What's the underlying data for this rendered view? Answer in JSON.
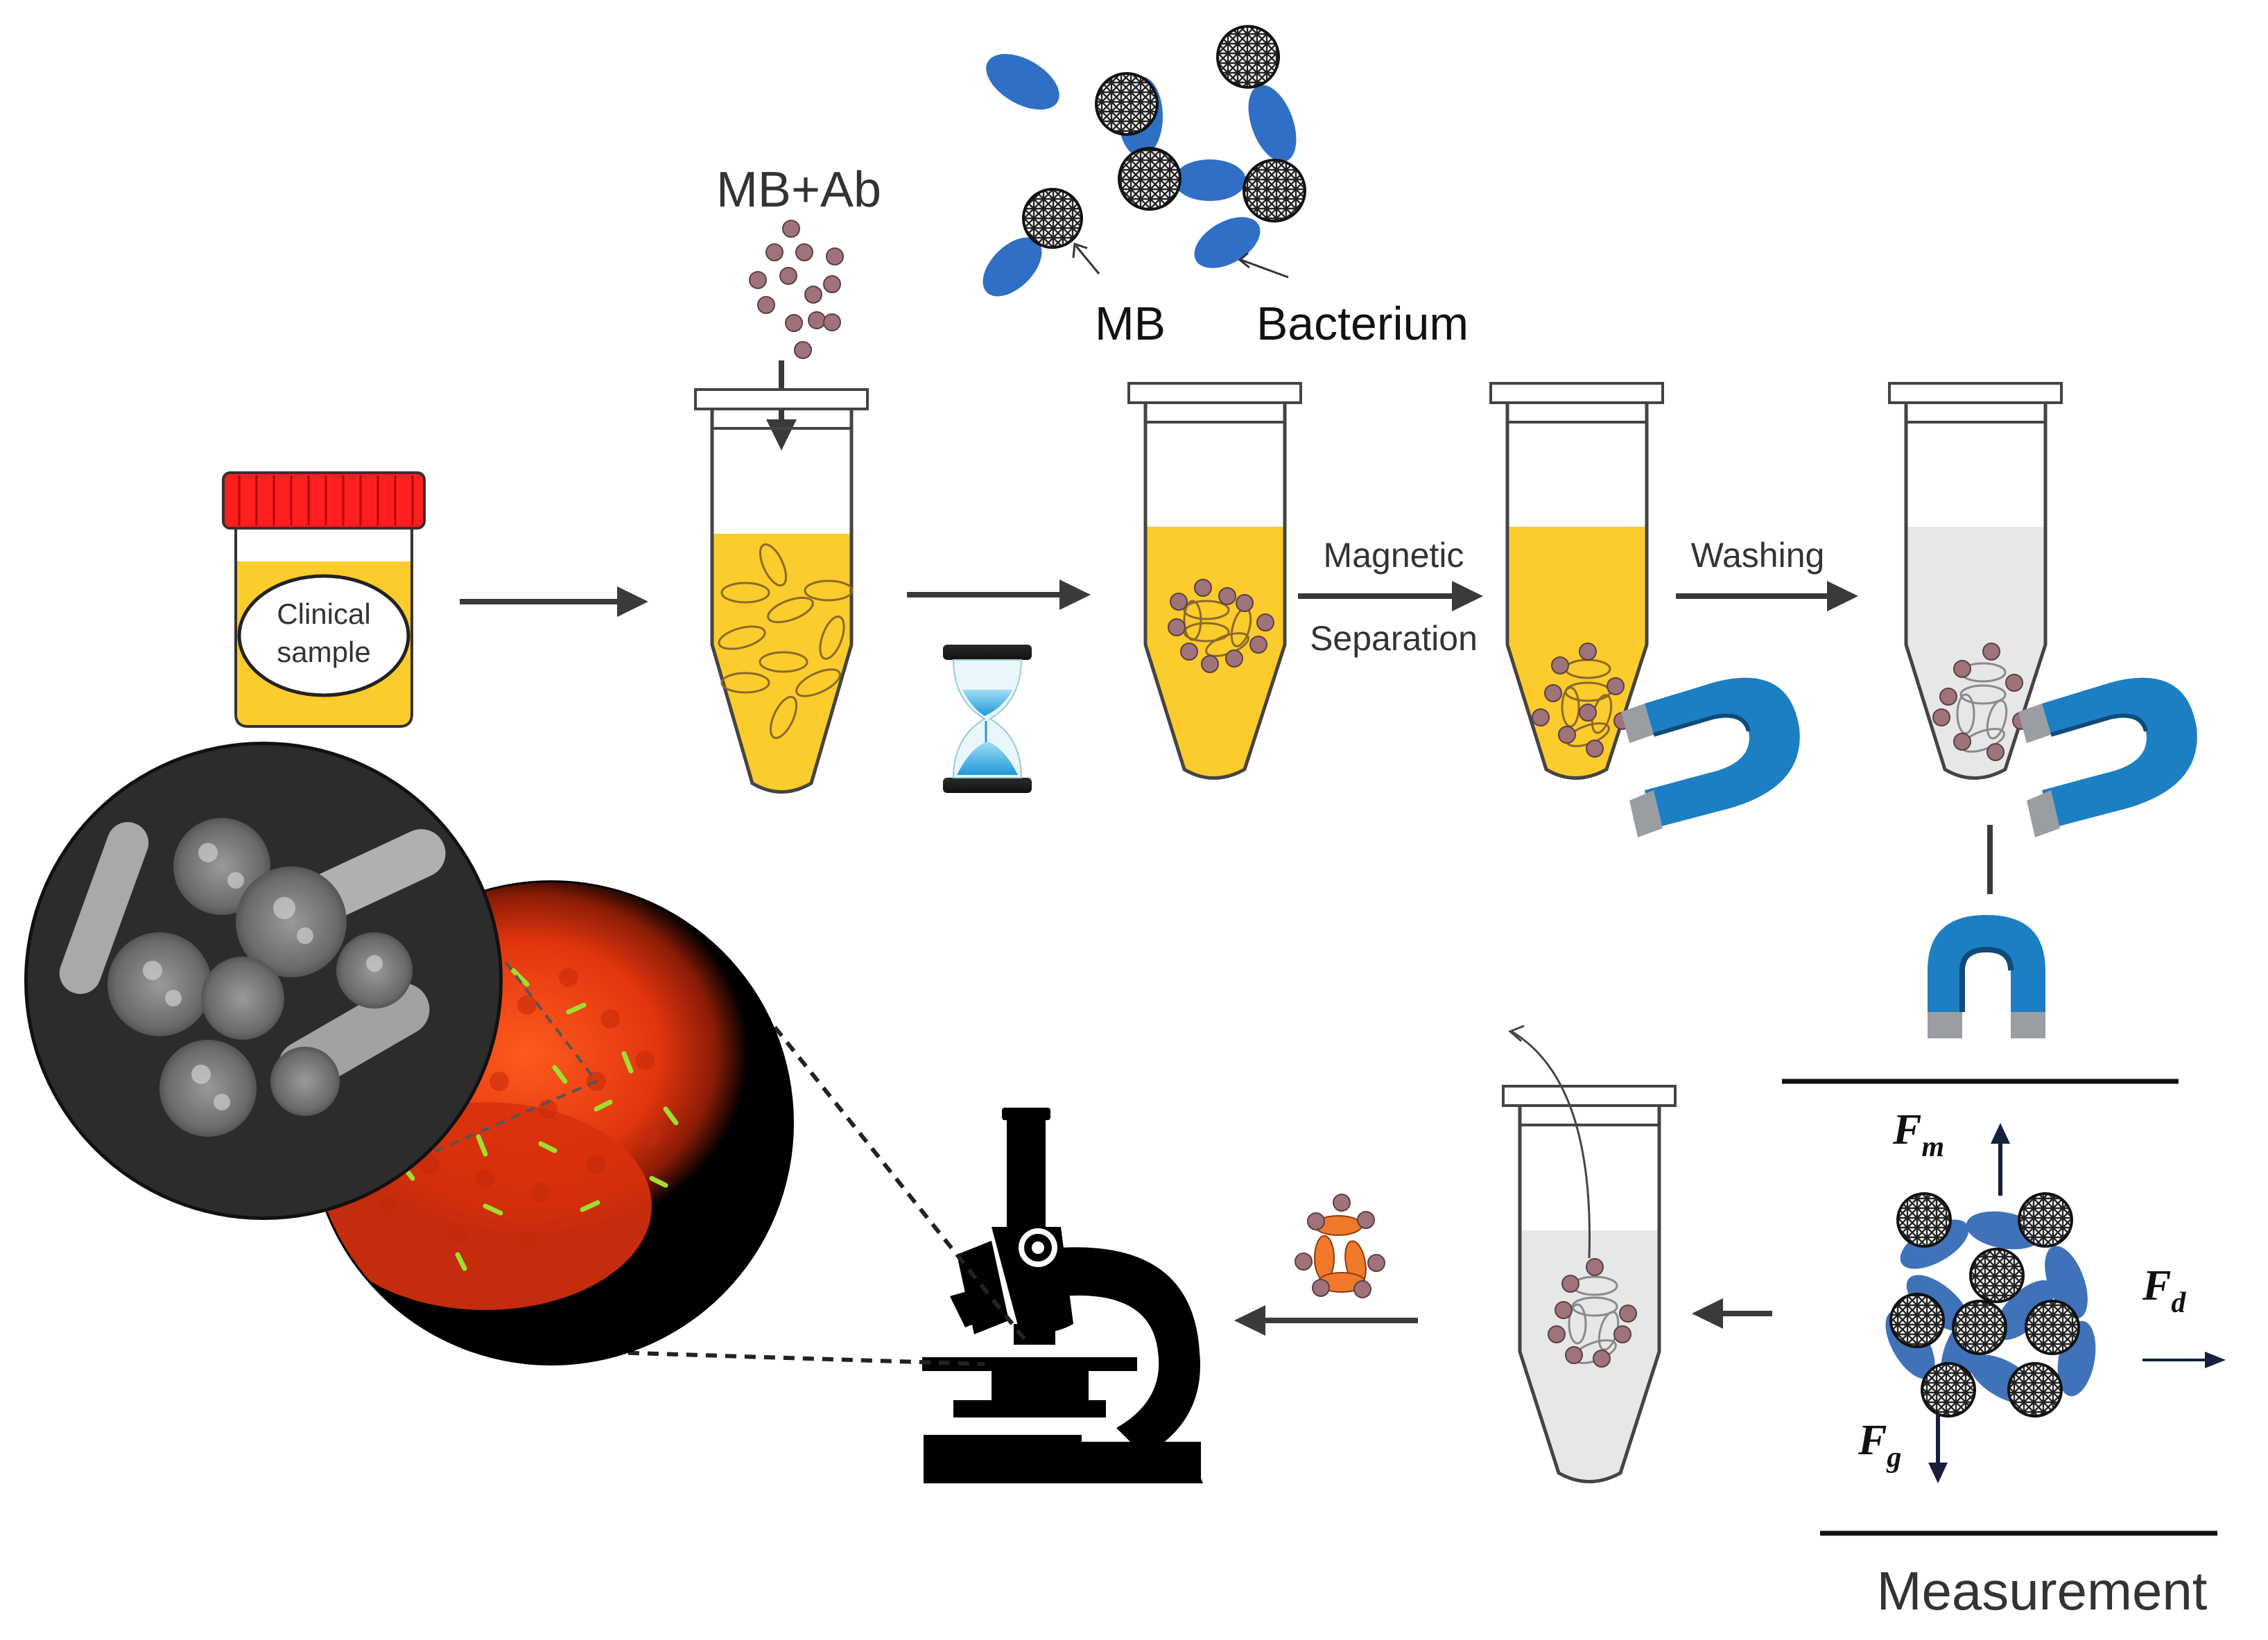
{
  "labels": {
    "mb_ab": "MB+Ab",
    "mb": "MB",
    "bacterium": "Bacterium",
    "clinical_line1": "Clinical",
    "clinical_line2": "sample",
    "magnetic": "Magnetic",
    "separation": "Separation",
    "washing": "Washing",
    "measurement": "Measurement"
  },
  "forces": {
    "fm_main": "F",
    "fm_sub": "m",
    "fd_main": "F",
    "fd_sub": "d",
    "fg_main": "F",
    "fg_sub": "g"
  },
  "colors": {
    "sample_yellow": "#fccb2c",
    "cap_red": "#ff1f1f",
    "buffer_grey": "#e6e7e9",
    "bead_mauve": "#a0737b",
    "bacterium_blue": "#2f6fc6",
    "magnet_blue": "#1c7fc3",
    "fluorescence_red": "#e2350f",
    "bacterium_green": "#9ee02c",
    "highlight_orange": "#f07a29"
  }
}
